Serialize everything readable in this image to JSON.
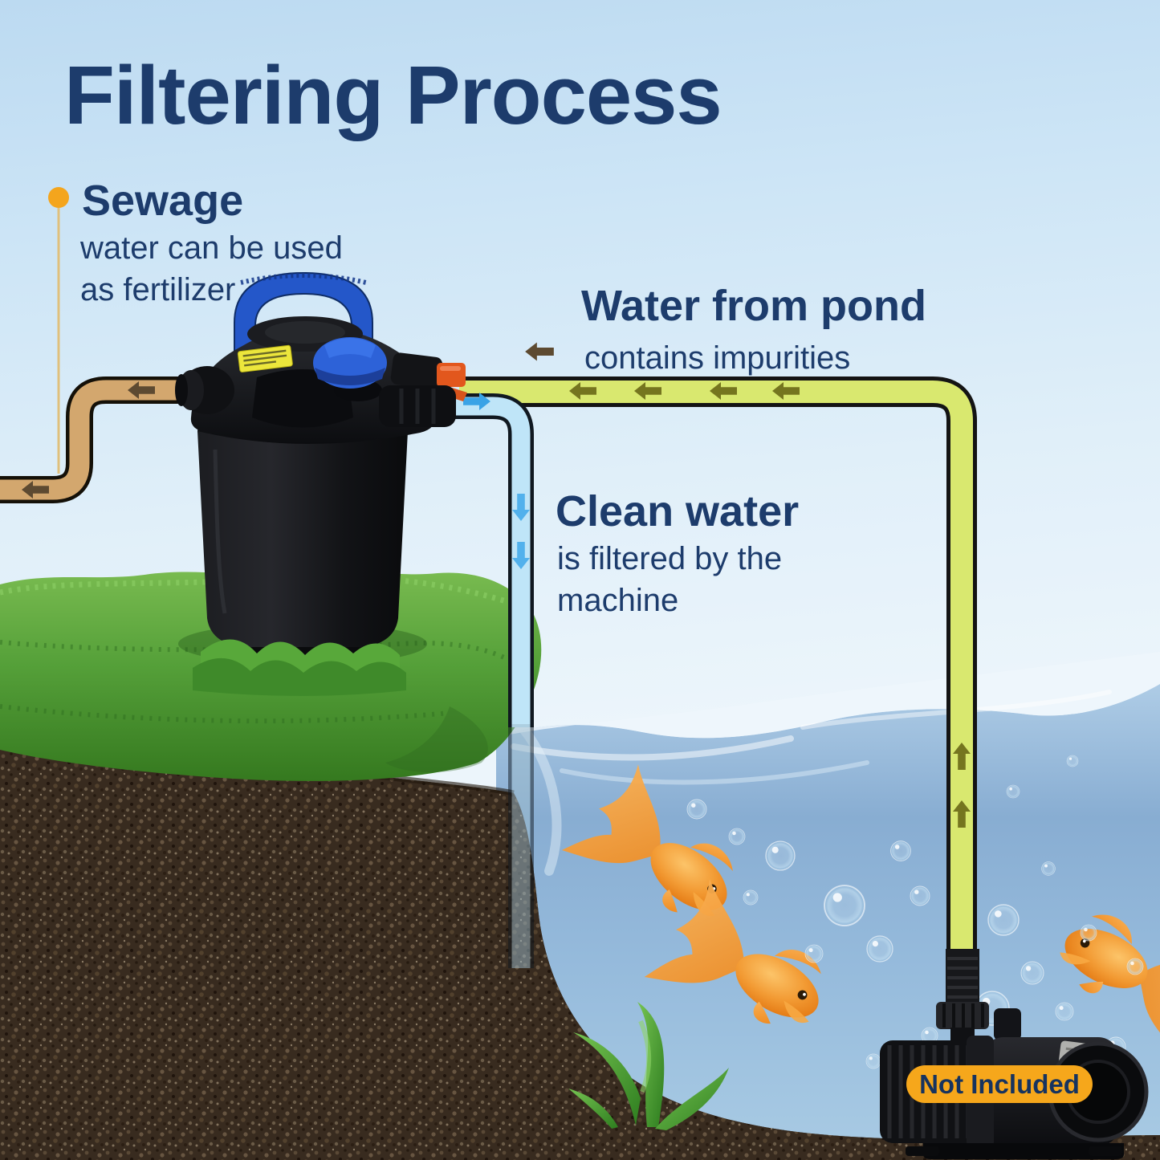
{
  "title": "Filtering Process",
  "steps": {
    "sewage": {
      "heading": "Sewage",
      "desc_line1": "water can be used",
      "desc_line2": "as fertilizer"
    },
    "pond_water": {
      "heading": "Water from pond",
      "desc": "contains impurities"
    },
    "clean_water": {
      "heading": "Clean water",
      "desc_line1": "is filtered by the",
      "desc_line2": "machine"
    }
  },
  "badge": {
    "label": "Not Included"
  },
  "flows": [
    {
      "name": "sewage-out",
      "pipe_color": "#d3a76e",
      "arrow_color": "#5d4a31",
      "direction": "left out of filter"
    },
    {
      "name": "pond-water-in",
      "pipe_color": "#d9e86f",
      "arrow_color": "#75751f",
      "direction": "up from pump then left into filter"
    },
    {
      "name": "clean-water-out",
      "pipe_color": "#bfe5f8",
      "arrow_color": "#3aa3e6",
      "direction": "right out of filter then down into pond"
    }
  ],
  "colors": {
    "heading_text": "#1d3c6c",
    "bullet_dot": "#f4a51d",
    "badge_bg": "#f6a71b",
    "badge_text": "#16335f",
    "sky_top": "#bcdaf1",
    "water_mid": "#8db3d6",
    "grass": "#4f9434",
    "soil": "#382b1f",
    "filter_handle_blue": "#2457c9",
    "goldfish_orange": "#f18a26"
  },
  "icons": [
    {
      "name": "bullet-dot",
      "glyph": "filled-circle"
    },
    {
      "name": "flow-arrow-left-brown",
      "glyph": "block-arrow"
    },
    {
      "name": "flow-arrow-left-olive",
      "glyph": "block-arrow"
    },
    {
      "name": "flow-arrow-up-olive",
      "glyph": "block-arrow"
    },
    {
      "name": "flow-arrow-right-blue",
      "glyph": "block-arrow"
    },
    {
      "name": "flow-arrow-down-blue",
      "glyph": "block-arrow"
    }
  ]
}
